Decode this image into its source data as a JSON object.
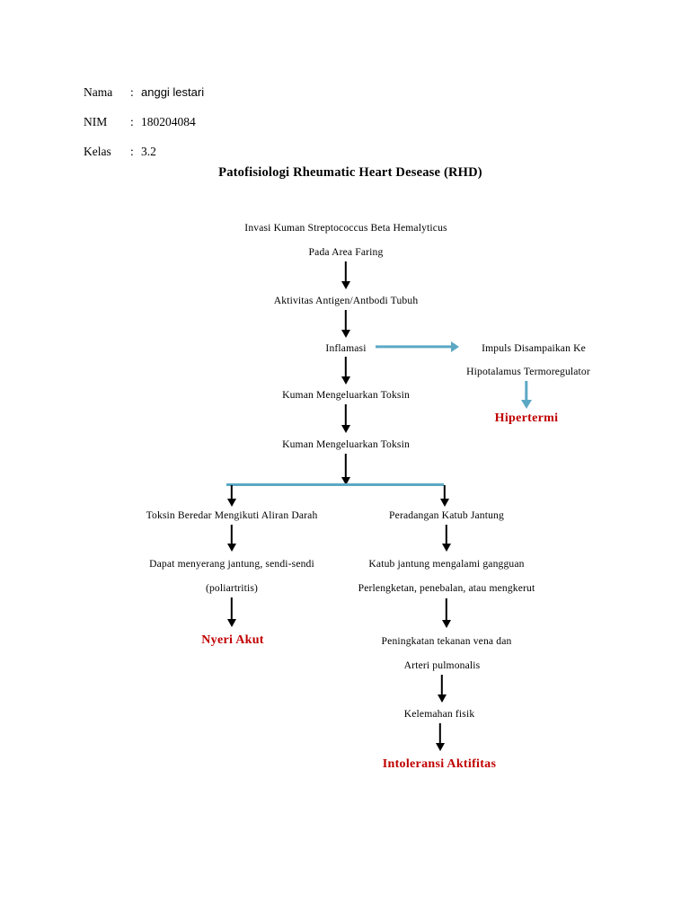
{
  "header": {
    "rows": [
      {
        "label": "Nama",
        "colon": ":",
        "value": "anggi lestari"
      },
      {
        "label": "NIM",
        "colon": ":",
        "value": "180204084"
      },
      {
        "label": "Kelas",
        "colon": ":",
        "value": "3.2"
      }
    ]
  },
  "title": "Patofisiologi Rheumatic Heart Desease (RHD)",
  "colors": {
    "accent_teal": "#5BA8C4",
    "terminal_red": "#C00000",
    "arrow_black": "#000000",
    "background": "#FFFFFF"
  },
  "flow": {
    "nodes": [
      {
        "id": "invasi",
        "text": "Invasi Kuman Streptococcus Beta Hemalyticus"
      },
      {
        "id": "faring",
        "text": "Pada Area Faring"
      },
      {
        "id": "aktivitas",
        "text": "Aktivitas Antigen/Antbodi Tubuh"
      },
      {
        "id": "inflamasi",
        "text": "Inflamasi"
      },
      {
        "id": "impuls",
        "text": "Impuls Disampaikan Ke"
      },
      {
        "id": "hipotalamus",
        "text": "Hipotalamus Termoregulator"
      },
      {
        "id": "hipertermi",
        "text": "Hipertermi"
      },
      {
        "id": "toksin-1",
        "text": "Kuman Mengeluarkan Toksin"
      },
      {
        "id": "toksin-2",
        "text": "Kuman Mengeluarkan Toksin"
      },
      {
        "id": "toksin-beredar",
        "text": "Toksin Beredar Mengikuti Aliran Darah"
      },
      {
        "id": "menyerang",
        "text": "Dapat menyerang jantung,  sendi-sendi"
      },
      {
        "id": "poliartritis",
        "text": "(poliartritis)"
      },
      {
        "id": "nyeri-akut",
        "text": "Nyeri Akut"
      },
      {
        "id": "peradangan-katub",
        "text": "Peradangan Katub Jantung"
      },
      {
        "id": "katub-gangguan",
        "text": "Katub jantung mengalami gangguan"
      },
      {
        "id": "perlengketan",
        "text": "Perlengketan, penebalan, atau mengkerut"
      },
      {
        "id": "peningkatan-vena",
        "text": "Peningkatan tekanan vena dan"
      },
      {
        "id": "arteri-pulmonalis",
        "text": "Arteri pulmonalis"
      },
      {
        "id": "kelemahan-fisik",
        "text": "Kelemahan fisik"
      },
      {
        "id": "intoleransi",
        "text": "Intoleransi Aktifitas"
      }
    ]
  }
}
